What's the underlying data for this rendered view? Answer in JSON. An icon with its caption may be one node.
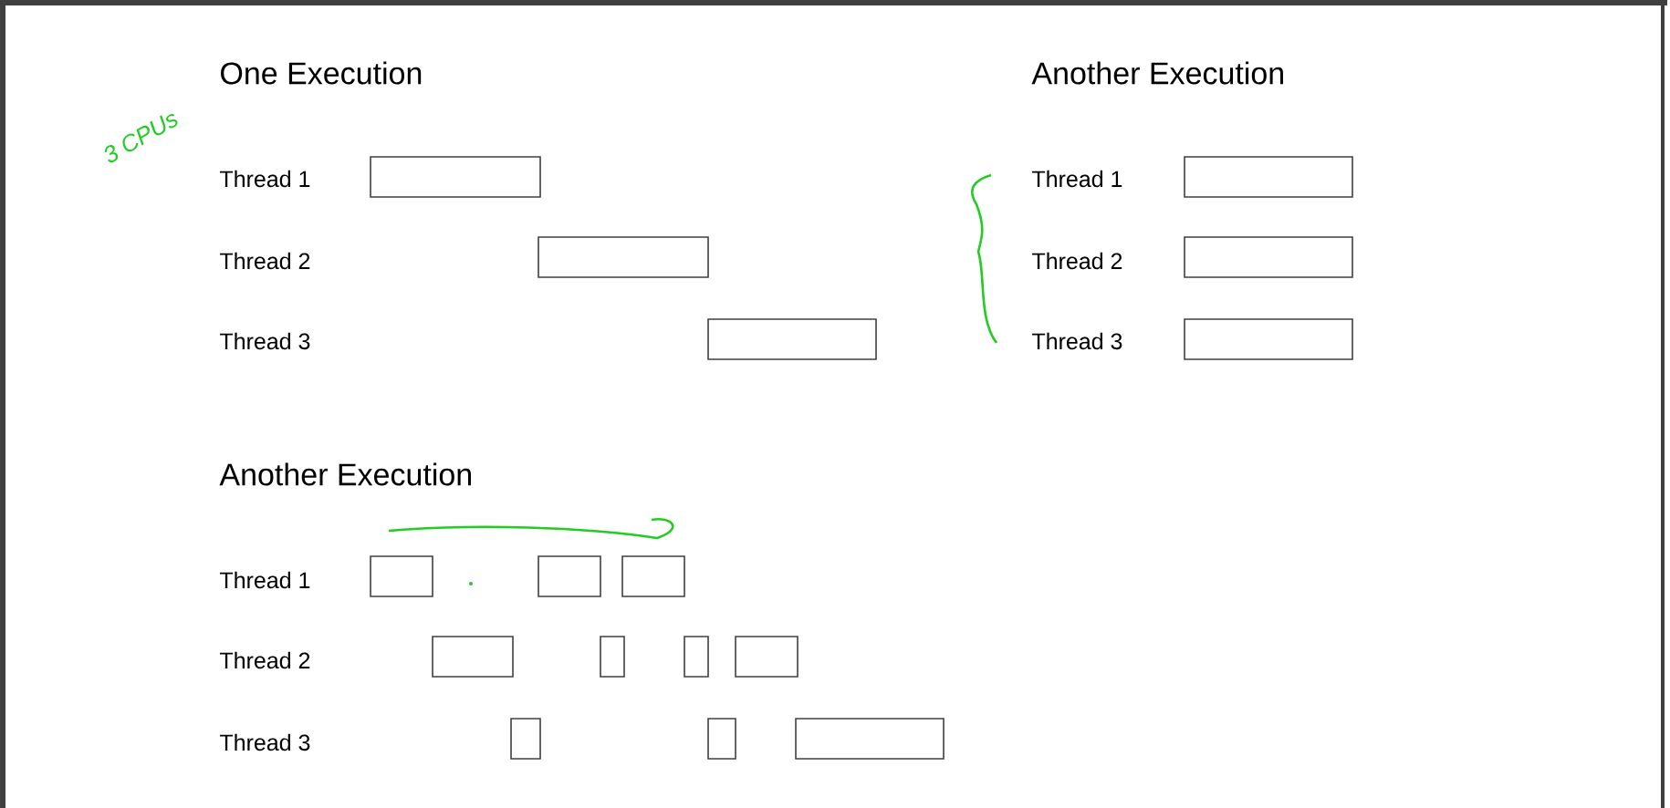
{
  "diagram": {
    "nodes": [
      {
        "text": [],
        "shape": "bar"
      },
      {
        "text": [],
        "shape": "bar"
      },
      {
        "text": [],
        "shape": "bar"
      },
      {
        "text": [],
        "shape": "bar"
      },
      {
        "text": [],
        "shape": "bar"
      },
      {
        "text": [],
        "shape": "bar"
      },
      {
        "text": [],
        "shape": "bar"
      },
      {
        "text": [],
        "shape": "bar"
      },
      {
        "text": [],
        "shape": "bar"
      },
      {
        "text": [],
        "shape": "bar"
      },
      {
        "text": [],
        "shape": "bar"
      },
      {
        "text": [],
        "shape": "bar"
      },
      {
        "text": [],
        "shape": "bar"
      },
      {
        "text": [],
        "shape": "bar"
      },
      {
        "text": [],
        "shape": "bar"
      },
      {
        "text": [],
        "shape": "bar"
      }
    ],
    "labels": [
      "One Execution",
      "Another Execution",
      "3 CPUs",
      "Thread 1",
      "Thread 1",
      "Thread 2",
      "Thread 2",
      "Thread 3",
      "Thread 3",
      "Another Execution",
      "Thread 1",
      "Thread 2",
      "Thread 3"
    ]
  }
}
